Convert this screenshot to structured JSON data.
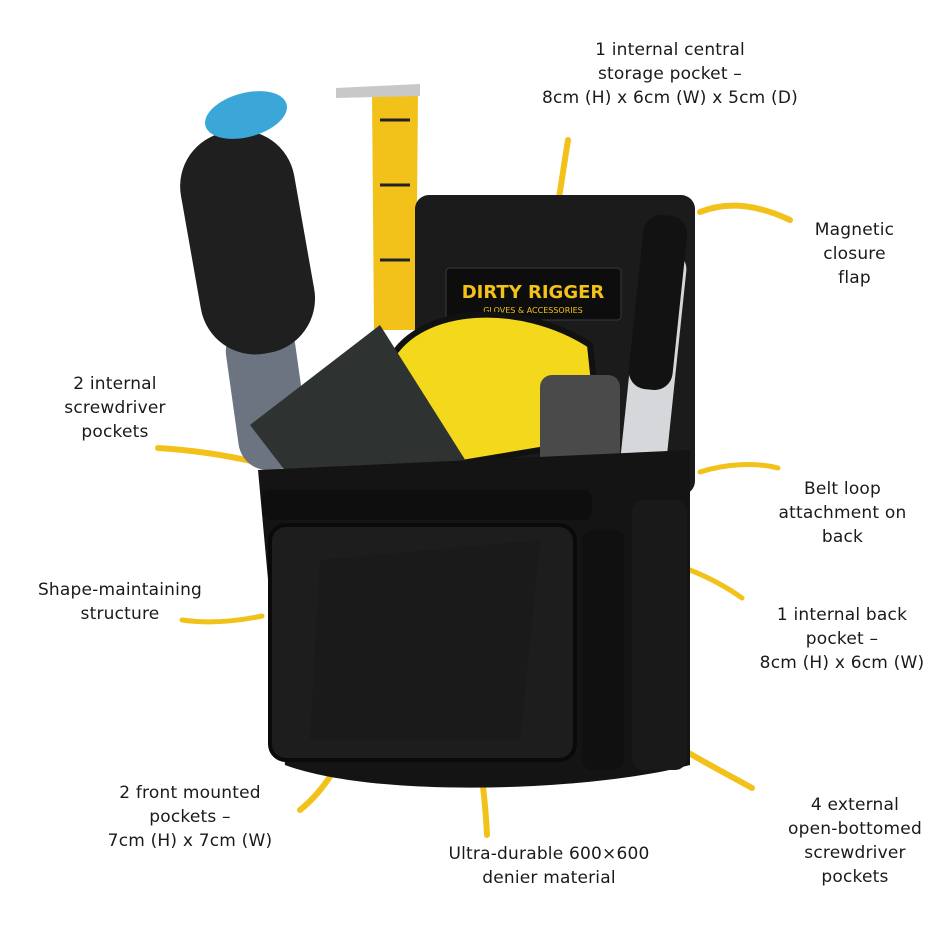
{
  "colors": {
    "background": "#ffffff",
    "pouch": "#141414",
    "accent_yellow": "#f2c21b",
    "text": "#1a1a1a"
  },
  "product": {
    "brand_logo": "DIRTY RIGGER",
    "logo_tagline": "GLOVES & ACCESSORIES"
  },
  "callouts": [
    {
      "id": "central-pocket",
      "lines": [
        "1 internal central",
        "storage pocket –",
        "8cm (H) x 6cm (W) x 5cm (D)"
      ]
    },
    {
      "id": "magnetic-flap",
      "lines": [
        "Magnetic",
        "closure",
        "flap"
      ]
    },
    {
      "id": "screwdriver-pockets",
      "lines": [
        "2 internal",
        "screwdriver",
        "pockets"
      ]
    },
    {
      "id": "belt-loop",
      "lines": [
        "Belt loop",
        "attachment on",
        "back"
      ]
    },
    {
      "id": "shape-structure",
      "lines": [
        "Shape-maintaining",
        "structure"
      ]
    },
    {
      "id": "back-pocket",
      "lines": [
        "1 internal back",
        "pocket –",
        "8cm (H) x 6cm (W)"
      ]
    },
    {
      "id": "front-pockets",
      "lines": [
        "2 front mounted",
        "pockets –",
        "7cm (H) x 7cm (W)"
      ]
    },
    {
      "id": "denier-material",
      "lines": [
        "Ultra-durable 600×600",
        "denier material"
      ]
    },
    {
      "id": "external-pockets",
      "lines": [
        "4 external",
        "open-bottomed",
        "screwdriver",
        "pockets"
      ]
    }
  ]
}
